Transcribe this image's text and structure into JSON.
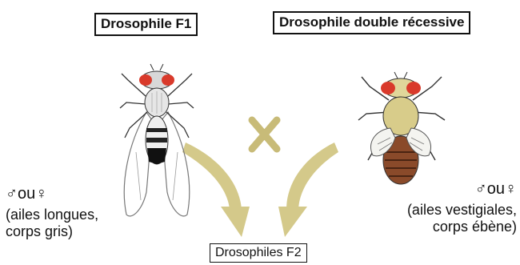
{
  "titles": {
    "left_parent": "Drosophile F1",
    "right_parent": "Drosophile double récessive",
    "offspring": "Drosophiles F2"
  },
  "left_fly": {
    "sex": "♂ou♀",
    "traits_line1": "(ailes longues,",
    "traits_line2": "corps gris)"
  },
  "right_fly": {
    "sex": "♂ou♀",
    "traits_line1": "(ailes vestigiales,",
    "traits_line2": "corps ébène)"
  },
  "colors": {
    "arrow": "#d4c98a",
    "cross": "#c8bb78",
    "eye_red": "#d93a2b",
    "body_ebony": "#8a4a2a",
    "thorax_tan": "#d8cc8a"
  }
}
